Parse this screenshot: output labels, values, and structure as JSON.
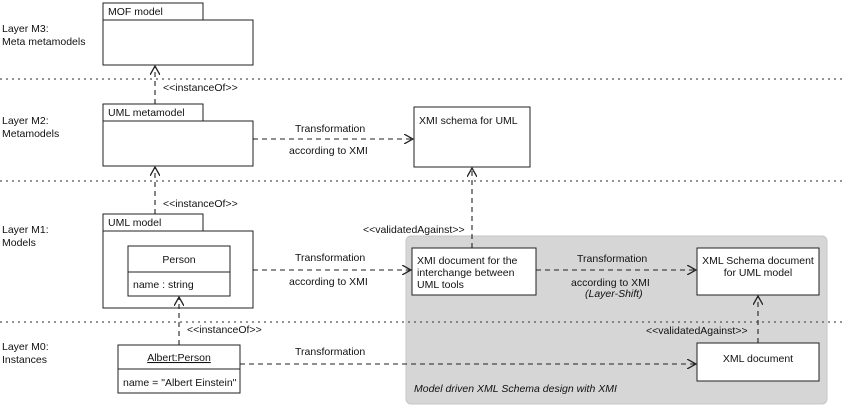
{
  "layers": {
    "m3": {
      "line1": "Layer M3:",
      "line2": "Meta metamodels"
    },
    "m2": {
      "line1": "Layer M2:",
      "line2": "Metamodels"
    },
    "m1": {
      "line1": "Layer M1:",
      "line2": "Models"
    },
    "m0": {
      "line1": "Layer M0:",
      "line2": "Instances"
    }
  },
  "packages": {
    "mof": "MOF model",
    "uml_metamodel": "UML metamodel",
    "uml_model": "UML model"
  },
  "classes": {
    "person_name": "Person",
    "person_attr": "name : string",
    "albert_name": "Albert:Person",
    "albert_attr": "name = \"Albert Einstein\""
  },
  "boxes": {
    "xmi_schema": "XMI schema for UML",
    "xmi_doc_1": "XMI document for the",
    "xmi_doc_2": "interchange between",
    "xmi_doc_3": "UML tools",
    "xml_schema_doc_1": "XML Schema document",
    "xml_schema_doc_2": "for UML model",
    "xml_doc": "XML document"
  },
  "labels": {
    "instance_of": "<<instanceOf>>",
    "validated_against": "<<validatedAgainst>>",
    "transformation": "Transformation",
    "according_to_xmi": "according to XMI",
    "layer_shift": "(Layer-Shift)",
    "region_caption": "Model driven  XML Schema  design with XMI"
  }
}
